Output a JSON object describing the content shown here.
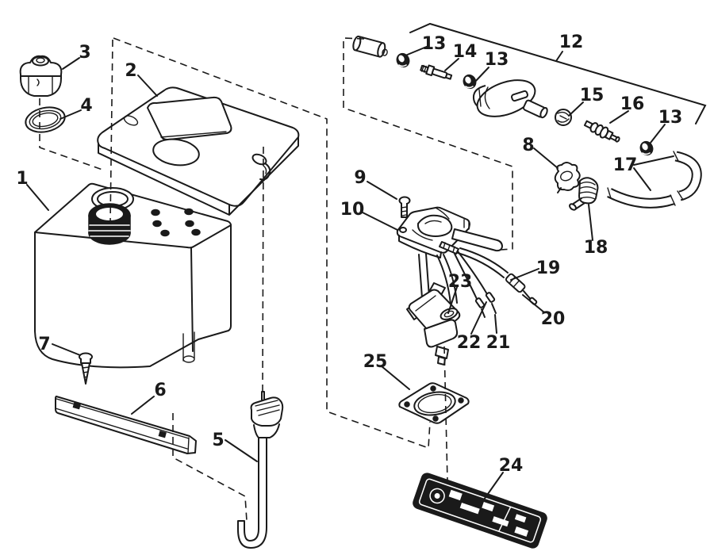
{
  "figure": {
    "kind": "exploded-parts-diagram",
    "background": "#ffffff",
    "line_color": "#1a1a1a",
    "fill_white": "#ffffff"
  },
  "callouts": [
    {
      "ref": "1"
    },
    {
      "ref": "2"
    },
    {
      "ref": "3"
    },
    {
      "ref": "4"
    },
    {
      "ref": "5"
    },
    {
      "ref": "6"
    },
    {
      "ref": "7"
    },
    {
      "ref": "8"
    },
    {
      "ref": "9"
    },
    {
      "ref": "10"
    },
    {
      "ref": "12"
    },
    {
      "ref": "13"
    },
    {
      "ref": "13"
    },
    {
      "ref": "13"
    },
    {
      "ref": "14"
    },
    {
      "ref": "15"
    },
    {
      "ref": "16"
    },
    {
      "ref": "17"
    },
    {
      "ref": "18"
    },
    {
      "ref": "19"
    },
    {
      "ref": "20"
    },
    {
      "ref": "21"
    },
    {
      "ref": "22"
    },
    {
      "ref": "23"
    },
    {
      "ref": "24"
    },
    {
      "ref": "25"
    }
  ]
}
